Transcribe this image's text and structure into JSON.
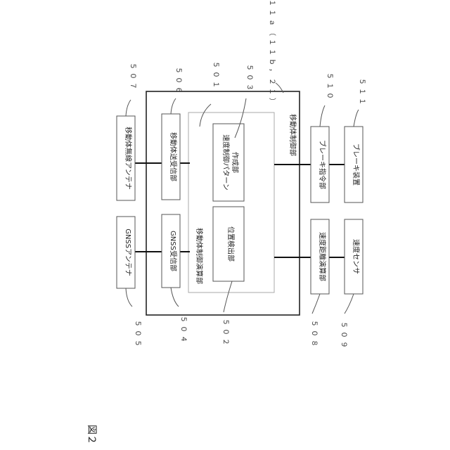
{
  "figure_label": "図２",
  "blocks": {
    "mobile_radio_antenna": "移動体無線アンテナ",
    "gnss_antenna": "GNSSアンテナ",
    "mobile_transceiver": "移動体送受信部",
    "gnss_receiver": "GNSS受信部",
    "mobile_control_unit": "移動体制御部",
    "mobile_control_calc": "移動体制御演算部",
    "speed_pattern_line1": "速度制御パターン",
    "speed_pattern_line2": "作成部",
    "position_detector": "位置検出部",
    "brake_command": "ブレーキ指令部",
    "brake_device": "ブレーキ装置",
    "speed_distance_calc": "速度距離演算部",
    "speed_sensor": "速度センサ"
  },
  "refs": {
    "r505": "５０５",
    "r504": "５０４",
    "r502": "５０２",
    "r507": "５０７",
    "r506": "５０６",
    "r501": "５０１",
    "r503": "５０３",
    "r11": "１１ａ（１１ｂ，２１）",
    "r510": "５１０",
    "r511": "５１１",
    "r508": "５０８",
    "r509": "５０９"
  }
}
